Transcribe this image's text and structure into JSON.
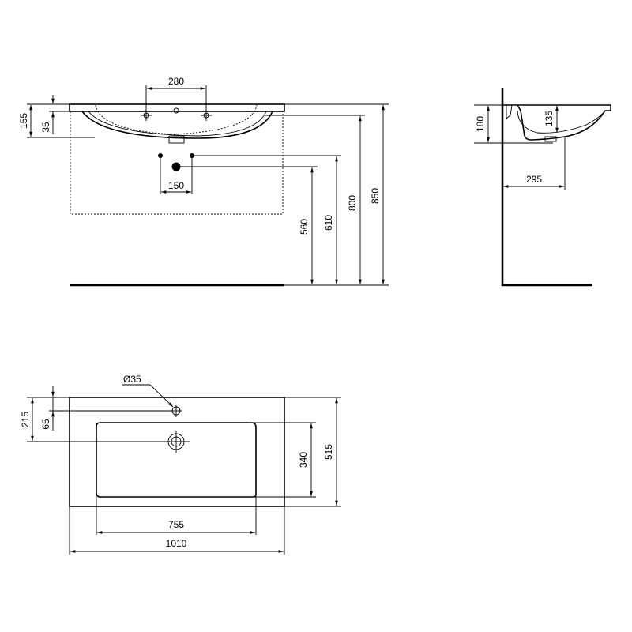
{
  "drawing": {
    "type": "technical washbasin drawing",
    "units": "mm",
    "stroke_color": "#000000",
    "background": "#ffffff"
  },
  "front_view": {
    "dimensions": {
      "tap_hole_spacing": "280",
      "waste_outlet_spacing": "150",
      "basin_total_height": "155",
      "rim_thickness": "35",
      "height_560": "560",
      "height_610": "610",
      "height_800": "800",
      "height_850": "850"
    }
  },
  "side_view": {
    "dimensions": {
      "total_height": "180",
      "bowl_depth": "135",
      "waste_from_wall": "295"
    }
  },
  "top_view": {
    "dimensions": {
      "tap_hole_diameter": "Ø35",
      "tap_hole_from_back": "65",
      "waste_from_back": "215",
      "bowl_depth": "340",
      "overall_depth": "515",
      "bowl_width": "755",
      "overall_width": "1010"
    }
  }
}
